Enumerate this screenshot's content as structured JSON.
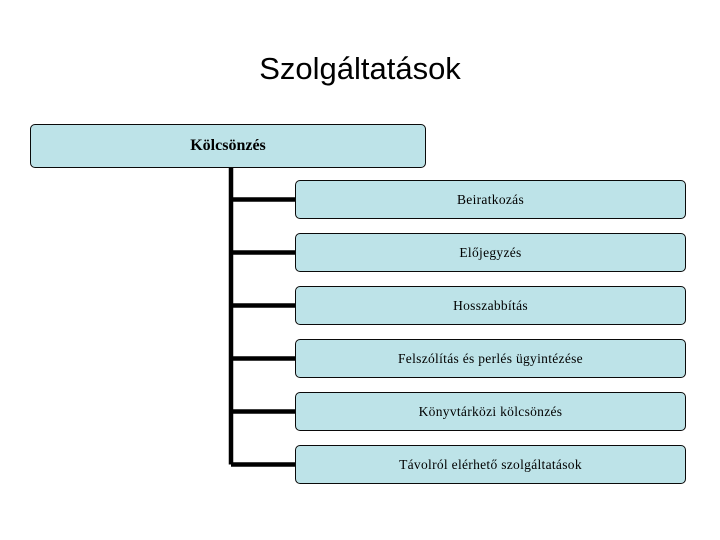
{
  "slide": {
    "title": "Szolgáltatások",
    "background_color": "#ffffff"
  },
  "diagram": {
    "type": "org-chart",
    "orientation": "vertical-trunk-right-branches",
    "node_fill_color": "#bde3e8",
    "node_border_color": "#000000",
    "connector_color": "#000000",
    "root": {
      "label": "Kölcsönzés"
    },
    "children": [
      {
        "label": "Beiratkozás"
      },
      {
        "label": "Előjegyzés"
      },
      {
        "label": "Hosszabbítás"
      },
      {
        "label": "Felszólítás és perlés ügyintézése"
      },
      {
        "label": "Könyvtárközi kölcsönzés"
      },
      {
        "label": "Távolról elérhető szolgáltatások"
      }
    ]
  }
}
